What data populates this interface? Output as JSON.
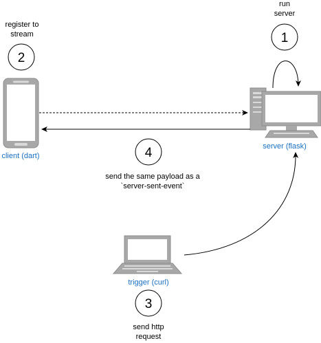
{
  "colors": {
    "device_blue": "#1a6fc2",
    "device_gray": "#a8a8a8",
    "device_gray_dark": "#8c8c8c",
    "screen_white": "#ffffff",
    "line": "#000000"
  },
  "nodes": {
    "client": {
      "icon": "smartphone-icon",
      "label": "client (dart)",
      "step_number": "2",
      "step_text": [
        "register to",
        "stream"
      ]
    },
    "server": {
      "icon": "desktop-computer-icon",
      "label": "server (flask)",
      "step_number": "1",
      "step_text": [
        "run",
        "server"
      ]
    },
    "trigger": {
      "icon": "laptop-icon",
      "label": "trigger (curl)",
      "step_number": "3",
      "step_text": [
        "send http",
        "request"
      ]
    },
    "event": {
      "step_number": "4",
      "step_text": [
        "send the same payload as a",
        "`server-sent-event`"
      ]
    }
  }
}
